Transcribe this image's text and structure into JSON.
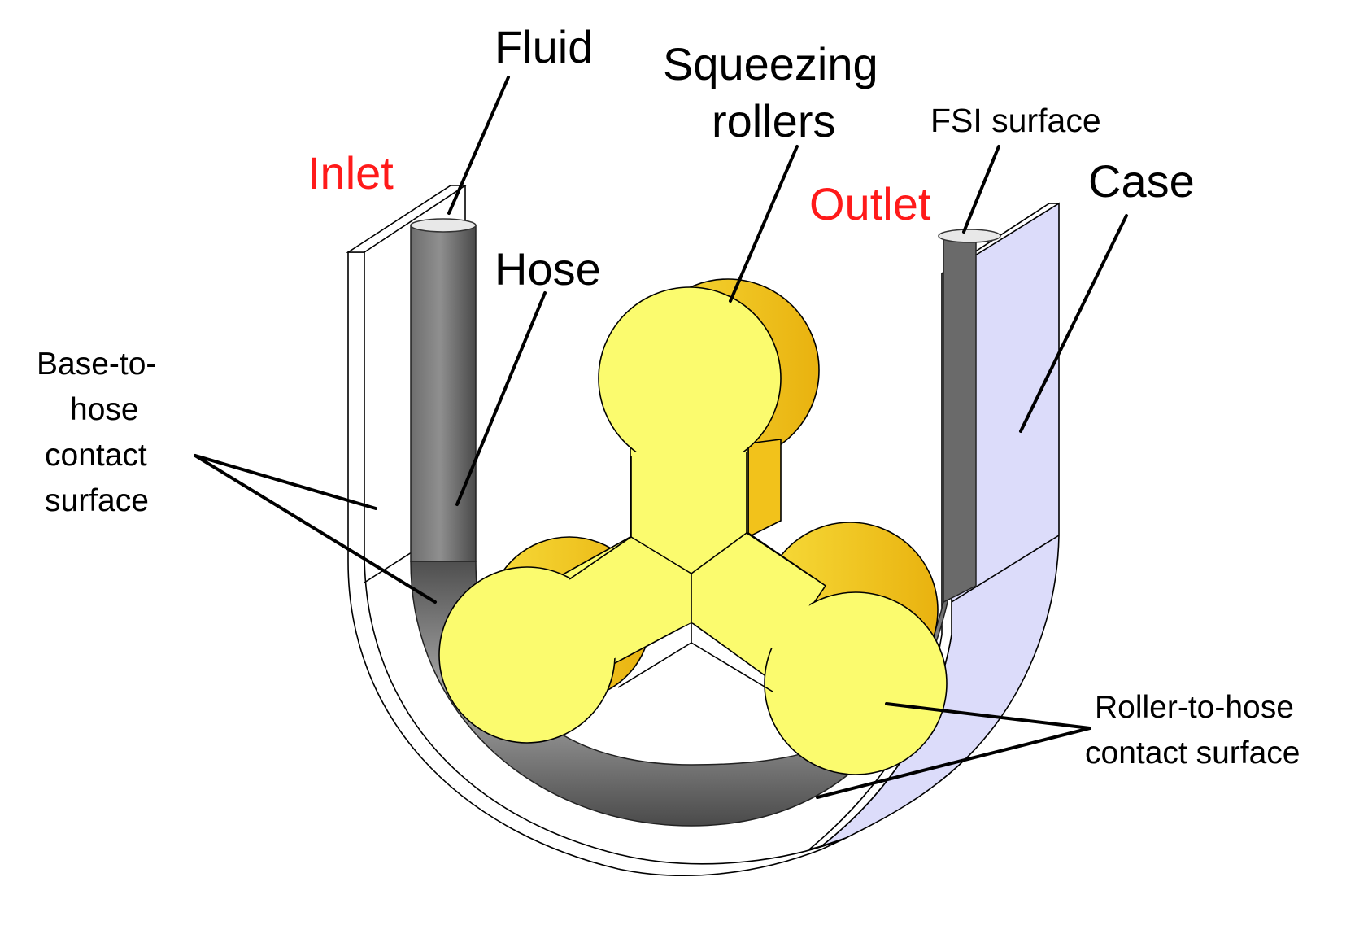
{
  "labels": {
    "fluid": "Fluid",
    "squeezing_line1": "Squeezing",
    "squeezing_line2": "rollers",
    "fsi_surface": "FSI surface",
    "inlet": "Inlet",
    "outlet": "Outlet",
    "case": "Case",
    "hose": "Hose",
    "base_line1": "Base-to-",
    "base_line2": "hose",
    "base_line3": "contact",
    "base_line4": "surface",
    "roller_line1": "Roller-to-hose",
    "roller_line2": "contact surface"
  },
  "colors": {
    "inlet_outlet_text": "#ff1a1a",
    "label_text": "#000000",
    "roller_face": "#fbfb6e",
    "roller_side": "#f0c419",
    "hose_dark": "#5a5a5a",
    "hose_light": "#9a9a9a",
    "case_face": "#dcdcfa",
    "case_edge": "#ffffff"
  }
}
